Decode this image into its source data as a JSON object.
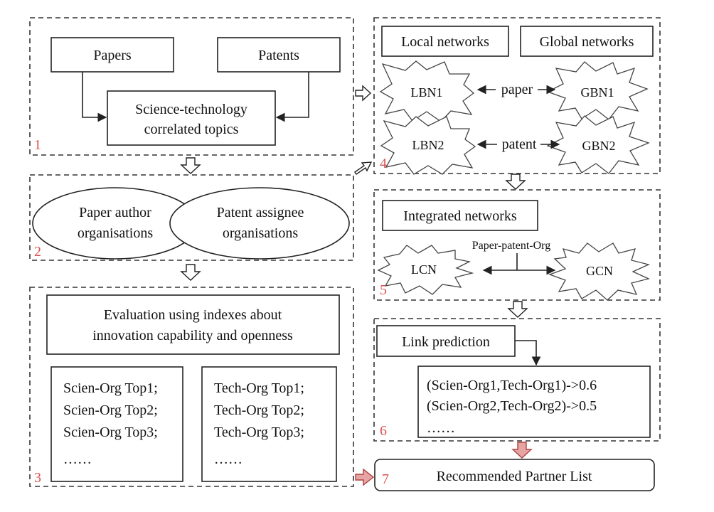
{
  "sections": {
    "s1": {
      "number": "1",
      "papers": "Papers",
      "patents": "Patents",
      "topics_line1": "Science-technology",
      "topics_line2": "correlated topics"
    },
    "s2": {
      "number": "2",
      "paper_line1": "Paper author",
      "paper_line2": "organisations",
      "patent_line1": "Patent assignee",
      "patent_line2": "organisations"
    },
    "s3": {
      "number": "3",
      "eval_line1": "Evaluation using indexes about",
      "eval_line2": "innovation capability and openness",
      "scien": [
        "Scien-Org Top1;",
        "Scien-Org Top2;",
        "Scien-Org Top3;",
        "……"
      ],
      "tech": [
        "Tech-Org Top1;",
        "Tech-Org Top2;",
        "Tech-Org Top3;",
        "……"
      ]
    },
    "s4": {
      "number": "4",
      "local": "Local networks",
      "global": "Global networks",
      "lbn1": "LBN1",
      "gbn1": "GBN1",
      "lbn2": "LBN2",
      "gbn2": "GBN2",
      "paper_link": "paper",
      "patent_link": "patent"
    },
    "s5": {
      "number": "5",
      "integrated": "Integrated networks",
      "link_label": "Paper-patent-Org",
      "lcn": "LCN",
      "gcn": "GCN"
    },
    "s6": {
      "number": "6",
      "link_prediction": "Link prediction",
      "pred": [
        "(Scien-Org1,Tech-Org1)->0.6",
        "(Scien-Org2,Tech-Org2)->0.5",
        "……"
      ]
    },
    "s7": {
      "number": "7",
      "recommended": "Recommended Partner List"
    }
  }
}
